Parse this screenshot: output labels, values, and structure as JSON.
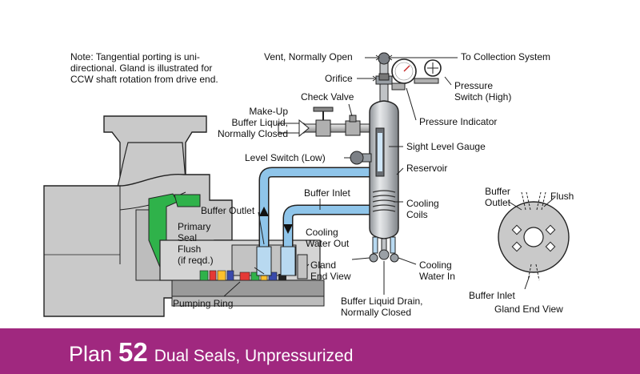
{
  "note": {
    "lines": [
      "Note: Tangential porting is uni-",
      "directional. Gland is illustrated for",
      "CCW shaft rotation from drive end."
    ]
  },
  "labels": {
    "vent": "Vent, Normally Open",
    "to_collection": "To Collection System",
    "orifice": "Orifice",
    "pressure_switch": [
      "Pressure",
      "Switch (High)"
    ],
    "check_valve": "Check Valve",
    "make_up": [
      "Make-Up",
      "Buffer Liquid,",
      "Normally Closed"
    ],
    "pressure_indicator": "Pressure Indicator",
    "sight_gauge": "Sight Level Gauge",
    "level_switch": "Level Switch (Low)",
    "reservoir": "Reservoir",
    "buffer_inlet": "Buffer Inlet",
    "buffer_outlet": "Buffer Outlet",
    "cooling_coils": [
      "Cooling",
      "Coils"
    ],
    "primary_seal": [
      "Primary",
      "Seal",
      "Flush",
      "(if reqd.)"
    ],
    "cooling_water_out": [
      "Cooling",
      "Water Out"
    ],
    "gland_end_view": [
      "Gland",
      "End View"
    ],
    "cooling_water_in": [
      "Cooling",
      "Water In"
    ],
    "pumping_ring": "Pumping Ring",
    "buffer_drain": [
      "Buffer Liquid Drain,",
      "Normally Closed"
    ],
    "gev_buffer_outlet": [
      "Buffer",
      "Outlet"
    ],
    "gev_flush": "Flush",
    "gev_buffer_inlet": "Buffer Inlet",
    "gev_title": "Gland End View"
  },
  "banner": {
    "plan": "Plan",
    "number": "52",
    "subtitle": "Dual Seals, Unpressurized"
  },
  "colors": {
    "banner": "#a0287f",
    "pump_gray": "#c9c9c9",
    "seal_green": "#2fb24a",
    "pipe_blue": "#8fc5ea",
    "steel": "#b9bcc0",
    "outline": "#222222"
  }
}
